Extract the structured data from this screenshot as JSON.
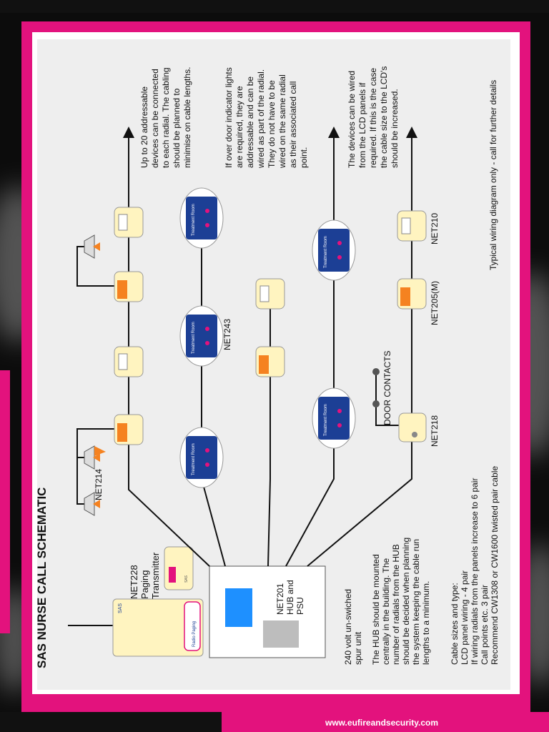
{
  "title": "SAS NURSE CALL SCHEMATIC",
  "footer_url": "www.eufireandsecurity.com",
  "colors": {
    "accent_pink": "#e3127d",
    "panel_bg": "#eeeeee",
    "device_yellow": "#fff4c0",
    "callpoint_orange": "#f58220",
    "lcd_blue": "#1c3f95",
    "hub_blue": "#1e90ff"
  },
  "transmitter": {
    "label_line1": "NET228",
    "label_line2": "Paging",
    "label_line3": "Transmitter",
    "badge_text": "Radio Paging"
  },
  "hub": {
    "label_line1": "NET201",
    "label_line2": "HUB and",
    "label_line3": "PSU"
  },
  "notes": {
    "spur_line1": "240 volt un-swiched",
    "spur_line2": "spur unit",
    "hub_note": [
      "The HUB should be mounted",
      "centrally in the building. The",
      "number of radials from the HUB",
      "should be decided when planning",
      "the system keeping the cable run",
      "lengths to a minimum."
    ],
    "cable_note": [
      "Cable sizes and type:",
      "LCD panel wiring - 4 pair",
      "If wiring radials from the panels increase to 6 pair",
      "Call points etc. 3 pair",
      "Recommend CW1308 or CW1600 twisted pair cable"
    ],
    "radial_note": [
      "Up to 20 addressable",
      "devices can be connected",
      "to each radial.  The cabling",
      "should be planned to",
      "minimise on cable lengths."
    ],
    "overdoor_note": [
      "If over door indicator lights",
      "are required, they are",
      "addressable and can be",
      "wired as part of the radial.",
      "They do not have to be",
      "wired on the same radial",
      "as their associated call",
      "point."
    ],
    "lcd_note": [
      "The devices can be wired",
      "from the LCD panels if",
      "required. If this is the case",
      "the cable size to the LCD's",
      "should be increased."
    ],
    "typical_note": "Typical wiring diagram only - call for further details"
  },
  "device_labels": {
    "net214": "NET214",
    "net243": "NET243",
    "net218": "NET218",
    "net205m": "NET205(M)",
    "net210": "NET210",
    "door_contacts": "DOOR CONTACTS"
  },
  "lcd_panel_text": "Treatment Room"
}
